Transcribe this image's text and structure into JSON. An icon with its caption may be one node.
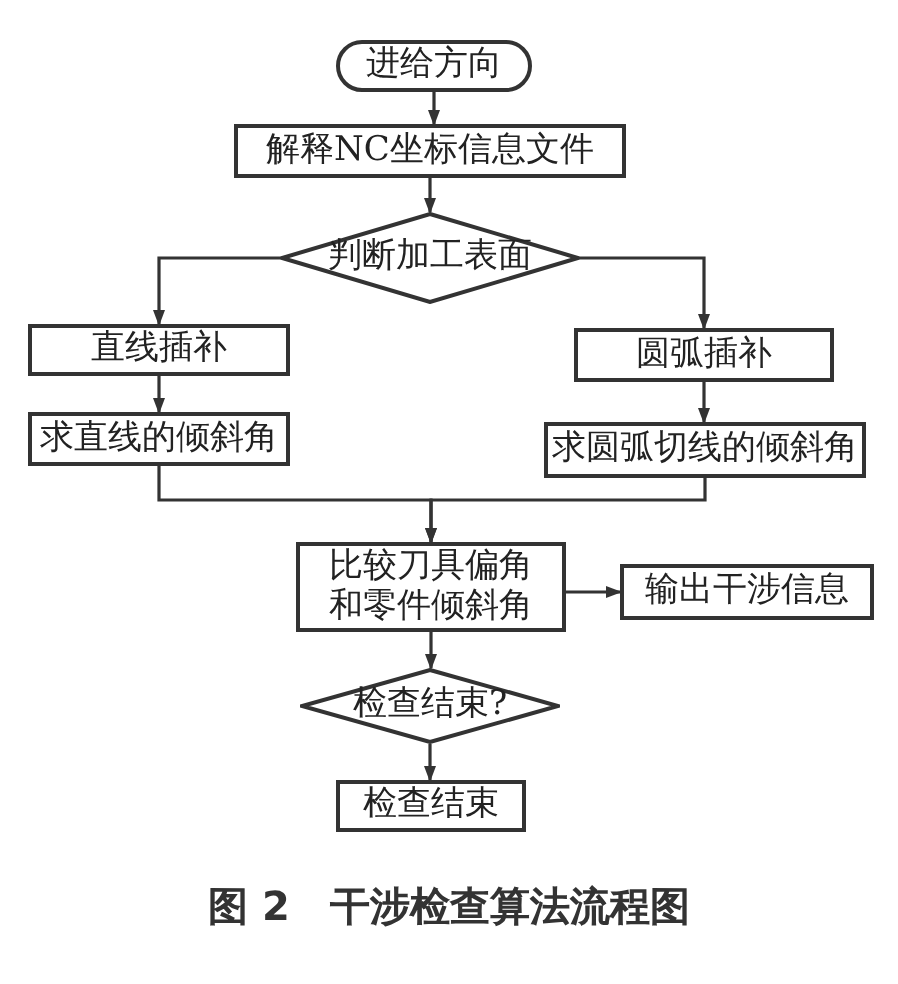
{
  "diagram": {
    "caption": "图 2　干涉检查算法流程图",
    "nodes": [
      {
        "text": [
          "进给方向"
        ]
      },
      {
        "text": [
          "解释NC坐标信息文件"
        ]
      },
      {
        "text": [
          "判断加工表面"
        ]
      },
      {
        "text": [
          "直线插补"
        ]
      },
      {
        "text": [
          "求直线的倾斜角"
        ]
      },
      {
        "text": [
          "圆弧插补"
        ]
      },
      {
        "text": [
          "求圆弧切线的倾斜角"
        ]
      },
      {
        "text": [
          "比较刀具偏角和零件倾斜角"
        ]
      },
      {
        "text": [
          "输出干涉信息"
        ]
      },
      {
        "text": [
          "检查结束?"
        ]
      },
      {
        "text": [
          "检查结束"
        ]
      }
    ],
    "edges": [
      {
        "from": 0,
        "to": 1,
        "arrow": "to"
      },
      {
        "from": 1,
        "to": 2,
        "arrow": "to"
      },
      {
        "from": 2,
        "to": 3,
        "arrow": "to"
      },
      {
        "from": 2,
        "to": 5,
        "arrow": "to"
      },
      {
        "from": 3,
        "to": 4,
        "arrow": "to"
      },
      {
        "from": 5,
        "to": 6,
        "arrow": "to"
      },
      {
        "from": 4,
        "to": 7,
        "arrow": "to"
      },
      {
        "from": 6,
        "to": 7,
        "arrow": "to"
      },
      {
        "from": 7,
        "to": 8,
        "arrow": "to"
      },
      {
        "from": 7,
        "to": 9,
        "arrow": "to"
      },
      {
        "from": 9,
        "to": 10,
        "arrow": "to"
      }
    ]
  }
}
